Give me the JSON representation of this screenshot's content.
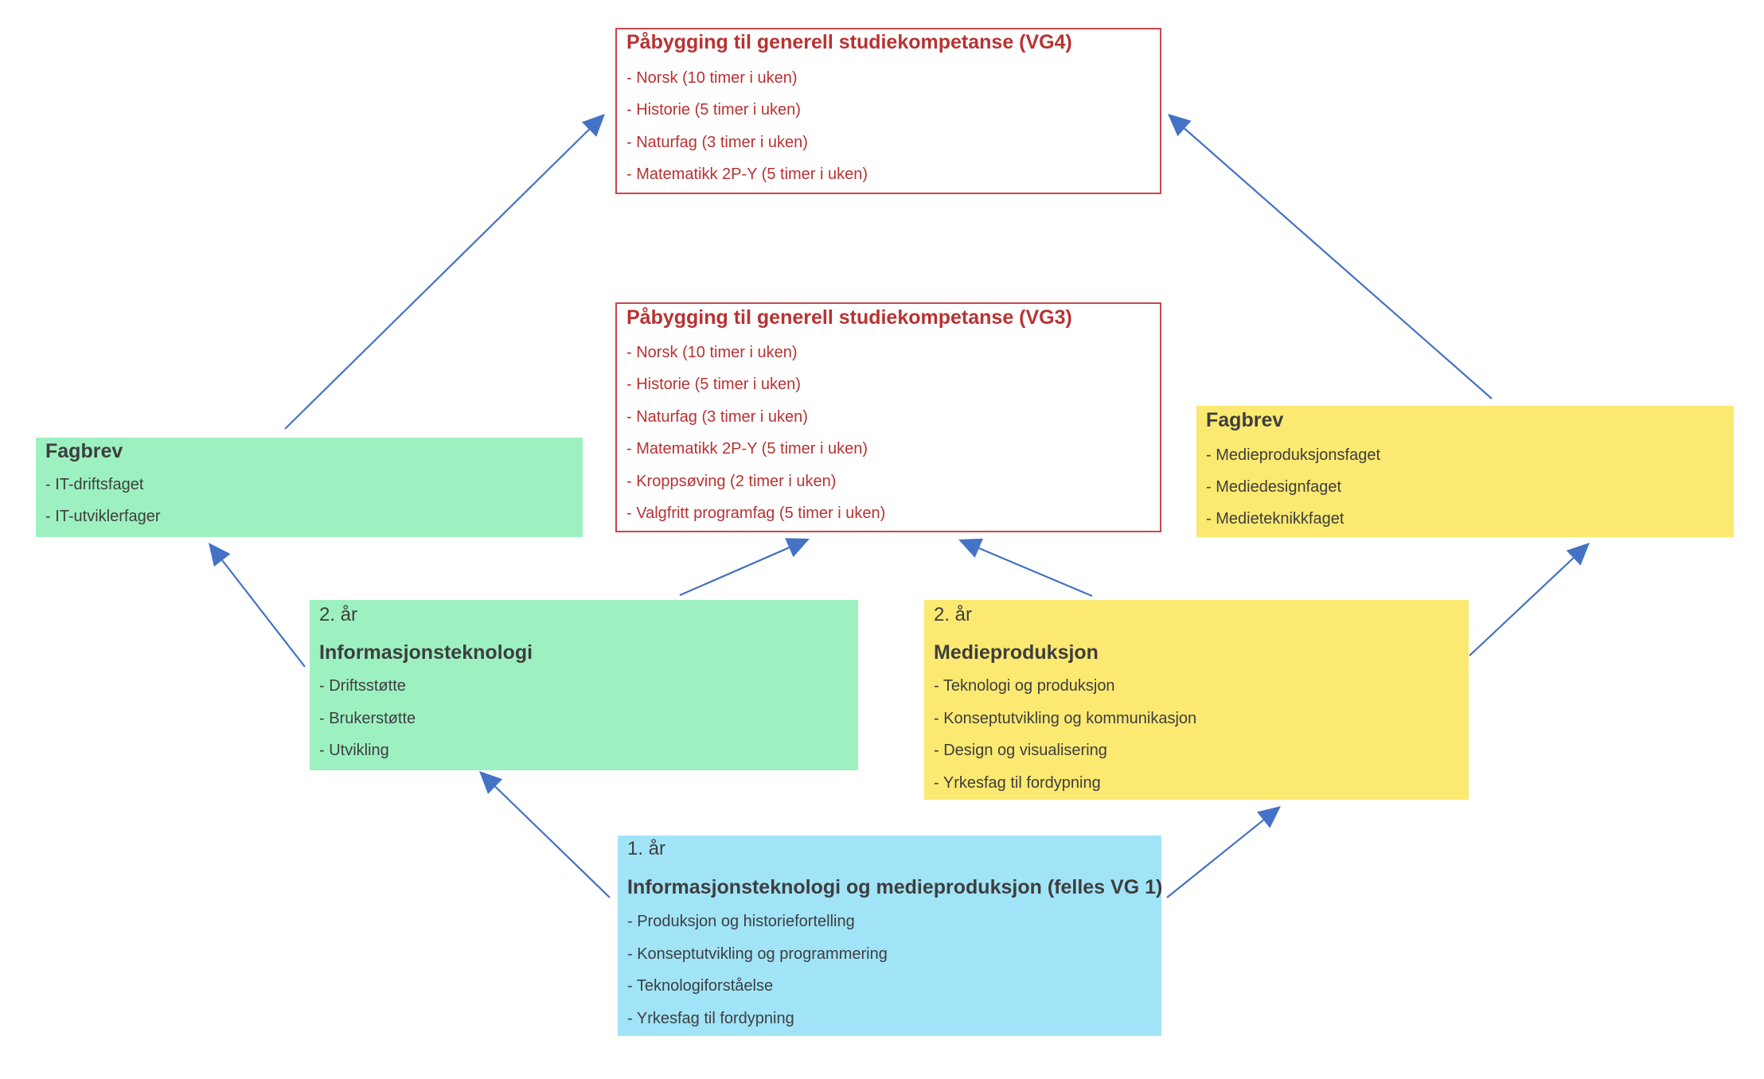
{
  "colors": {
    "arrow": "#4472c4",
    "red_text": "#b83232",
    "red_border": "#c9484a",
    "green_fill": "#9df1c1",
    "yellow_fill": "#fbe971",
    "blue_fill": "#a1e4f8",
    "dark_text": "#3e3e3e"
  },
  "boxes": {
    "vg4": {
      "title": "Påbygging til generell studiekompetanse (VG4)",
      "items": [
        "- Norsk (10 timer i uken)",
        "- Historie (5 timer i uken)",
        "- Naturfag (3 timer i uken)",
        "- Matematikk 2P-Y (5 timer i uken)"
      ]
    },
    "vg3": {
      "title": "Påbygging til generell studiekompetanse (VG3)",
      "items": [
        "- Norsk (10 timer i uken)",
        "- Historie (5 timer i uken)",
        "- Naturfag (3 timer i uken)",
        "- Matematikk 2P-Y (5 timer i uken)",
        "- Kroppsøving (2 timer i uken)",
        "- Valgfritt programfag (5 timer i uken)"
      ]
    },
    "fagbrev_it": {
      "title": "Fagbrev",
      "items": [
        "- IT-driftsfaget",
        "- IT-utviklerfager"
      ]
    },
    "fagbrev_medie": {
      "title": "Fagbrev",
      "items": [
        "- Medieproduksjonsfaget",
        "- Mediedesignfaget",
        "- Medieteknikkfaget"
      ]
    },
    "year2_it": {
      "year": "2. år",
      "title": "Informasjonsteknologi",
      "items": [
        "- Driftsstøtte",
        "- Brukerstøtte",
        "- Utvikling"
      ]
    },
    "year2_medie": {
      "year": "2. år",
      "title": "Medieproduksjon",
      "items": [
        "- Teknologi og produksjon",
        "- Konseptutvikling og kommunikasjon",
        "- Design og visualisering",
        "- Yrkesfag til fordypning"
      ]
    },
    "year1": {
      "year": "1. år",
      "title": "Informasjonsteknologi og medieproduksjon (felles VG 1)",
      "items": [
        "- Produksjon og historiefortelling",
        "- Konseptutvikling og programmering",
        "- Teknologiforståelse",
        "- Yrkesfag til fordypning"
      ]
    }
  },
  "connections": [
    {
      "from": "fagbrev_it",
      "to": "vg4"
    },
    {
      "from": "fagbrev_medie",
      "to": "vg4"
    },
    {
      "from": "year2_it",
      "to": "fagbrev_it"
    },
    {
      "from": "year2_it",
      "to": "vg3"
    },
    {
      "from": "year2_medie",
      "to": "vg3"
    },
    {
      "from": "year2_medie",
      "to": "fagbrev_medie"
    },
    {
      "from": "year1",
      "to": "year2_it"
    },
    {
      "from": "year1",
      "to": "year2_medie"
    }
  ]
}
